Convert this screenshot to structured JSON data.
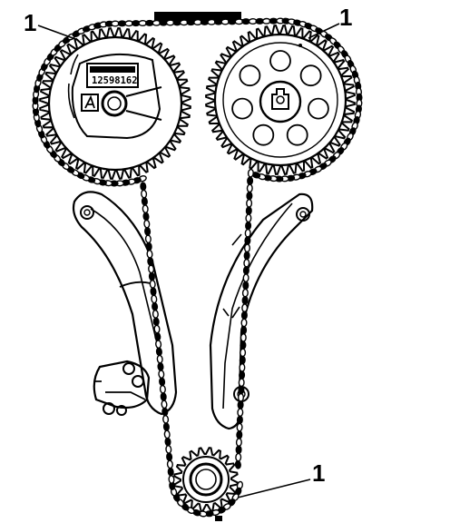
{
  "callouts": [
    {
      "id": "top-left",
      "label": "1"
    },
    {
      "id": "top-right",
      "label": "1"
    },
    {
      "id": "bottom-right",
      "label": "1"
    }
  ],
  "cam_label_text": "12598162",
  "colors": {
    "ink": "#000000",
    "paper": "#ffffff"
  }
}
